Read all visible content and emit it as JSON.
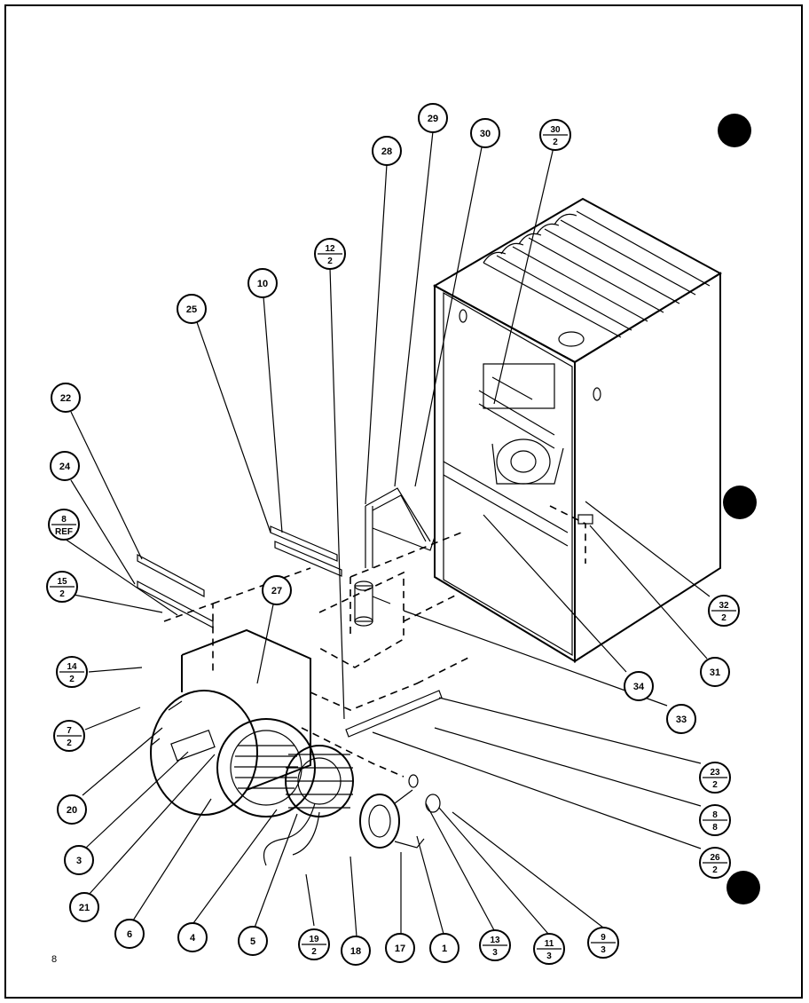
{
  "page_number": "8",
  "callouts": [
    {
      "id": "c28",
      "top": "28"
    },
    {
      "id": "c29",
      "top": "29"
    },
    {
      "id": "c30",
      "top": "30"
    },
    {
      "id": "c30-2",
      "top": "30",
      "bottom": "2"
    },
    {
      "id": "c12-2",
      "top": "12",
      "bottom": "2"
    },
    {
      "id": "c10",
      "top": "10"
    },
    {
      "id": "c25",
      "top": "25"
    },
    {
      "id": "c22",
      "top": "22"
    },
    {
      "id": "c24",
      "top": "24"
    },
    {
      "id": "c8-ref",
      "top": "8",
      "bottom": "REF"
    },
    {
      "id": "c15-2",
      "top": "15",
      "bottom": "2"
    },
    {
      "id": "c27",
      "top": "27"
    },
    {
      "id": "c14-2",
      "top": "14",
      "bottom": "2"
    },
    {
      "id": "c7-2",
      "top": "7",
      "bottom": "2"
    },
    {
      "id": "c20",
      "top": "20"
    },
    {
      "id": "c3",
      "top": "3"
    },
    {
      "id": "c21",
      "top": "21"
    },
    {
      "id": "c6",
      "top": "6"
    },
    {
      "id": "c4",
      "top": "4"
    },
    {
      "id": "c5",
      "top": "5"
    },
    {
      "id": "c19-2",
      "top": "19",
      "bottom": "2"
    },
    {
      "id": "c18",
      "top": "18"
    },
    {
      "id": "c17",
      "top": "17"
    },
    {
      "id": "c1",
      "top": "1"
    },
    {
      "id": "c13-3",
      "top": "13",
      "bottom": "3"
    },
    {
      "id": "c11-3",
      "top": "11",
      "bottom": "3"
    },
    {
      "id": "c9-3",
      "top": "9",
      "bottom": "3"
    },
    {
      "id": "c26-2",
      "top": "26",
      "bottom": "2"
    },
    {
      "id": "c8-8",
      "top": "8",
      "bottom": "8"
    },
    {
      "id": "c23-2",
      "top": "23",
      "bottom": "2"
    },
    {
      "id": "c33",
      "top": "33"
    },
    {
      "id": "c34",
      "top": "34"
    },
    {
      "id": "c31",
      "top": "31"
    },
    {
      "id": "c32-2",
      "top": "32",
      "bottom": "2"
    }
  ]
}
